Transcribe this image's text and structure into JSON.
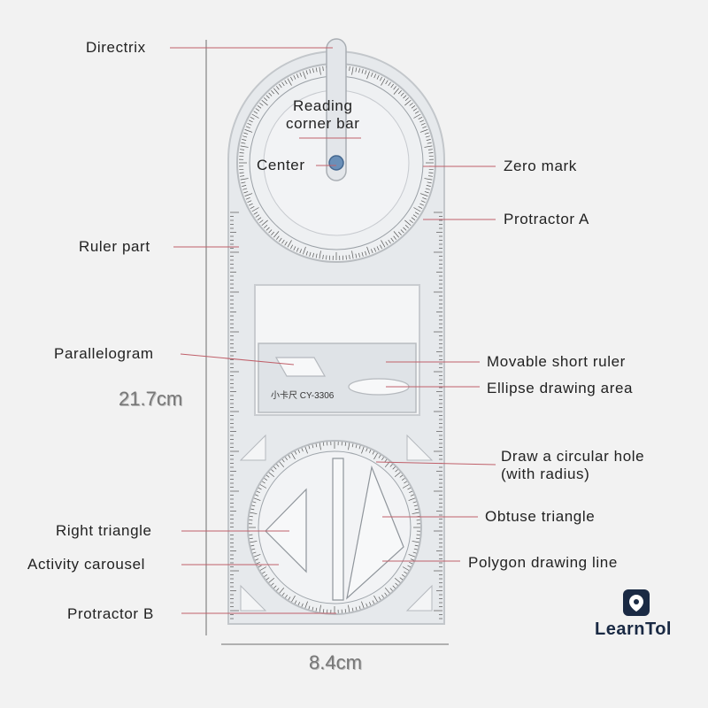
{
  "labels": {
    "directrix": "Directrix",
    "reading_corner_bar": "Reading\ncorner bar",
    "center": "Center",
    "zero_mark": "Zero mark",
    "protractor_a": "Protractor A",
    "ruler_part": "Ruler part",
    "parallelogram": "Parallelogram",
    "movable_short_ruler": "Movable short ruler",
    "ellipse_drawing_area": "Ellipse drawing area",
    "circular_hole": "Draw a circular hole\n(with radius)",
    "obtuse_triangle": "Obtuse triangle",
    "right_triangle": "Right triangle",
    "polygon_drawing_line": "Polygon drawing line",
    "activity_carousel": "Activity carousel",
    "protractor_b": "Protractor B"
  },
  "dimensions": {
    "height": "21.7cm",
    "width": "8.4cm"
  },
  "product": {
    "model": "小卡尺 CY-3306"
  },
  "brand": {
    "name": "LearnTol"
  },
  "colors": {
    "background": "#f2f2f2",
    "ruler_body": "#e9ecef",
    "ruler_edge": "#c8ccd0",
    "tick": "#555555",
    "leader_line": "#c0606a",
    "label_text": "#222222",
    "logo": "#1a2a44"
  }
}
